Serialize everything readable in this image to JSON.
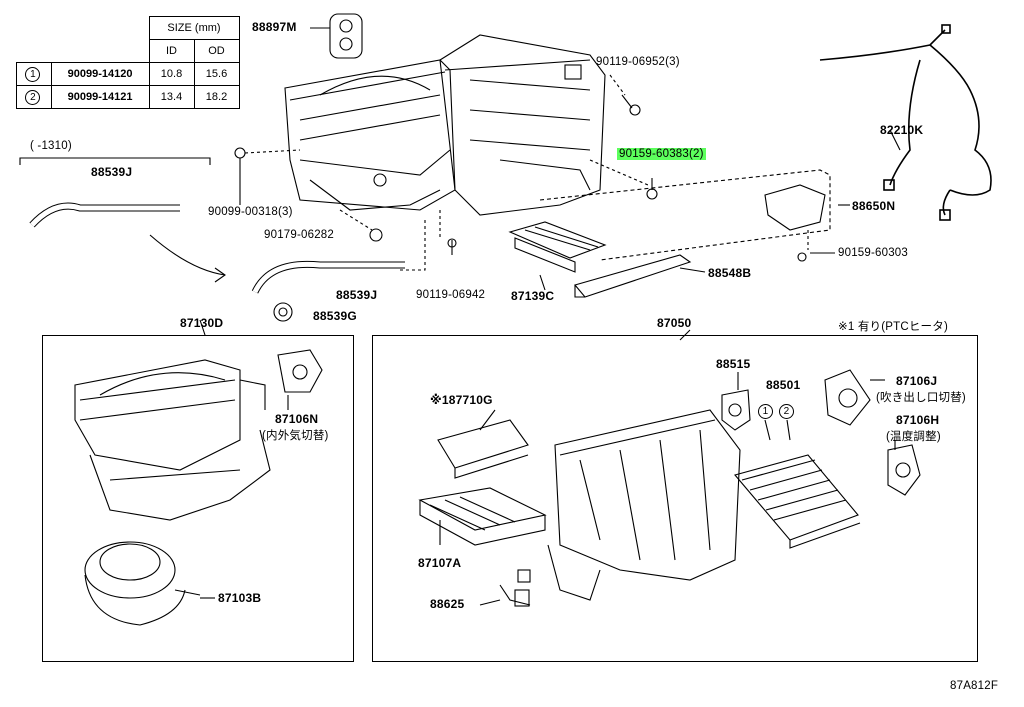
{
  "size_table": {
    "header": "SIZE (mm)",
    "columns": [
      "ID",
      "OD"
    ],
    "rows": [
      {
        "index": "1",
        "part": "90099-14120",
        "id": "10.8",
        "od": "15.6"
      },
      {
        "index": "2",
        "part": "90099-14121",
        "id": "13.4",
        "od": "18.2"
      }
    ]
  },
  "note_range": "( -1310)",
  "labels": {
    "p88897M": "88897M",
    "p90119_06952": "90119-06952(3)",
    "p90159_60383": "90159-60383(2)",
    "p82210K": "82210K",
    "p88539J_a": "88539J",
    "p88539J_b": "88539J",
    "p90099_00318": "90099-00318(3)",
    "p90179_06282": "90179-06282",
    "p90119_06942": "90119-06942",
    "p87139C": "87139C",
    "p88548B": "88548B",
    "p88650N": "88650N",
    "p90159_60303": "90159-60303",
    "p88539G": "88539G",
    "p87130D": "87130D",
    "p87050": "87050",
    "ptc_note": "※1 有り(PTCヒータ)",
    "p87106N": "87106N",
    "p87106N_note": "(内外気切替)",
    "p87103B": "87103B",
    "p87710G": "※187710G",
    "p88515": "88515",
    "p88501": "88501",
    "p87106J": "87106J",
    "p87106J_note": "(吹き出し口切替)",
    "p87106H": "87106H",
    "p87106H_note": "(温度調整)",
    "p87107A": "87107A",
    "p88625": "88625",
    "circle1": "1",
    "circle2": "2",
    "figure_code": "87A812F"
  }
}
